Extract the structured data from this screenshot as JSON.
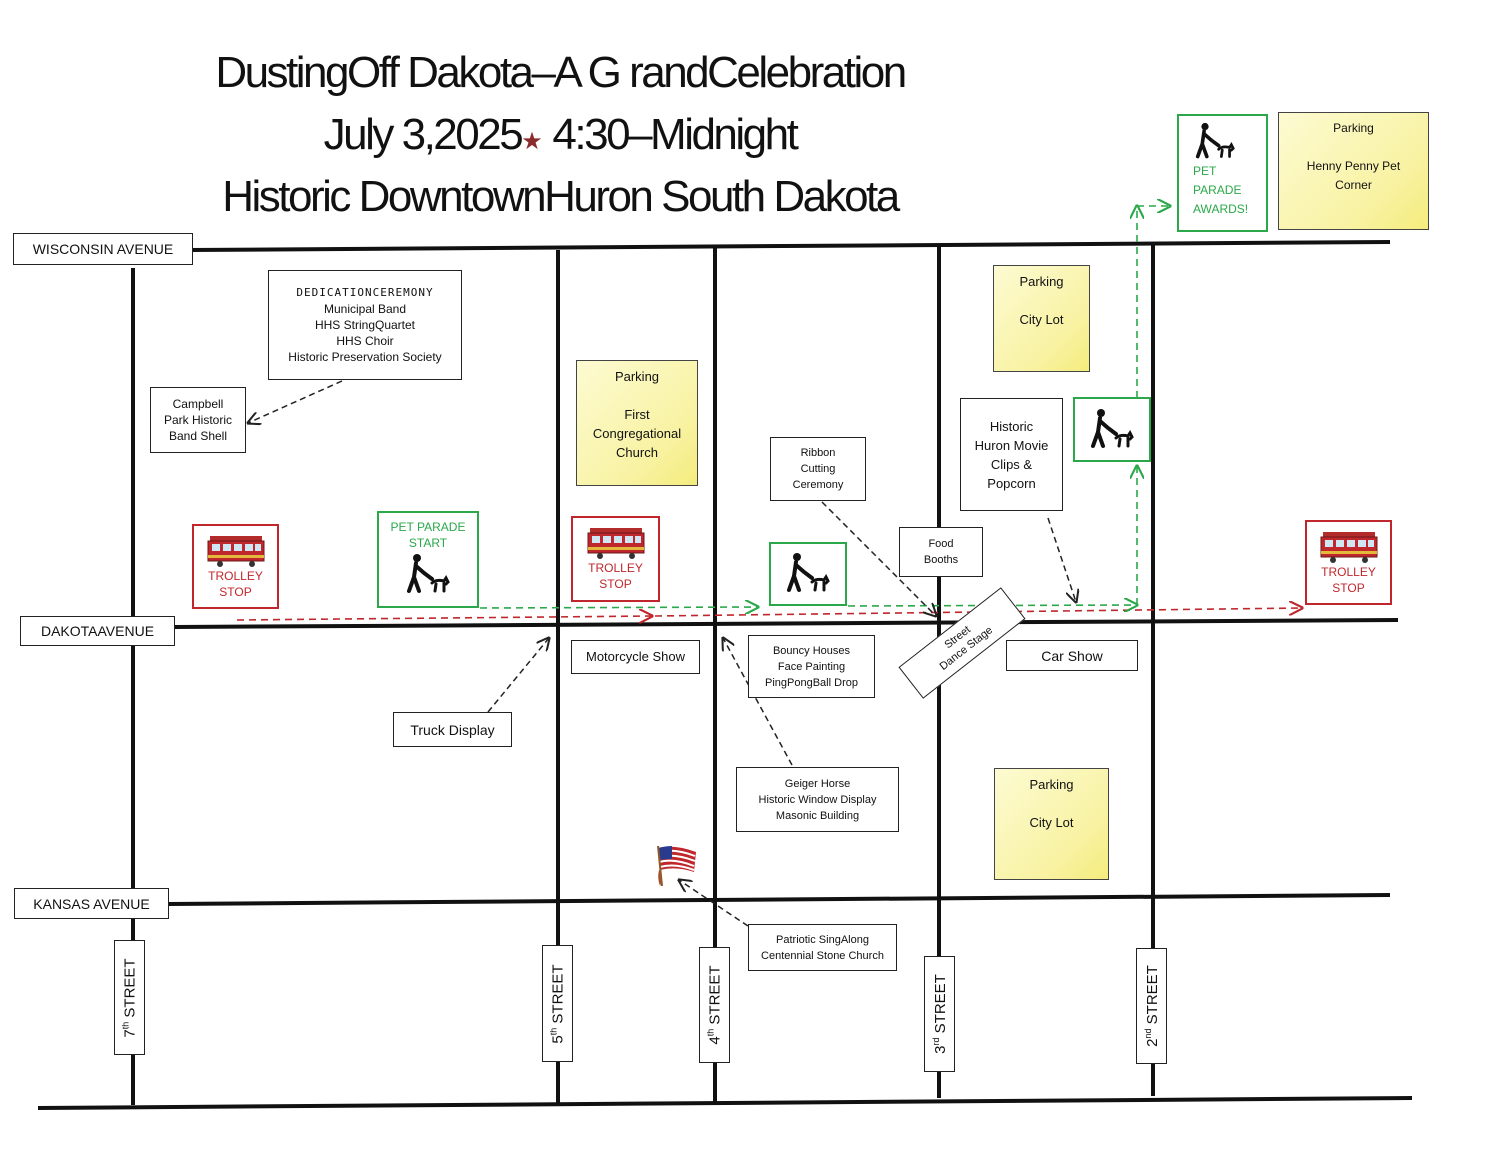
{
  "title": {
    "line1": "DustingOff Dakota–A G randCelebration",
    "line2_a": "July 3,2025",
    "line2_b": " 4:30–Midnight",
    "line3": "Historic DowntownHuron South Dakota"
  },
  "streets": {
    "wisconsin": "WISCONSIN AVENUE",
    "dakota": "DAKOTAAVENUE",
    "kansas": "KANSAS AVENUE",
    "seventh_num": "7",
    "seventh_sup": "th",
    "fifth_num": "5",
    "fifth_sup": "th",
    "fourth_num": "4",
    "fourth_sup": "th",
    "third_num": "3",
    "third_sup": "rd",
    "second_num": "2",
    "second_sup": "nd",
    "street_word": " STREET"
  },
  "boxes": {
    "dedication": [
      "DEDICATIONCEREMONY",
      "Municipal Band",
      "HHS StringQuartet",
      "HHS Choir",
      "Historic Preservation Society"
    ],
    "campbell": [
      "Campbell",
      "Park Historic",
      "Band Shell"
    ],
    "parking_church": [
      "Parking",
      "",
      "First",
      "Congregational",
      "Church"
    ],
    "parking_city_top": [
      "Parking",
      "",
      "City Lot"
    ],
    "parking_city_bottom": [
      "Parking",
      "",
      "City Lot"
    ],
    "parking_henny": [
      "Parking",
      "",
      "Henny Penny Pet",
      "Corner"
    ],
    "ribbon": [
      "Ribbon",
      "Cutting",
      "Ceremony"
    ],
    "movie": [
      "Historic",
      "Huron Movie",
      "Clips &",
      "Popcorn"
    ],
    "food": [
      "Food",
      "Booths"
    ],
    "dance_stage": [
      "Street",
      "Dance Stage"
    ],
    "motorcycle": "Motorcycle Show",
    "bouncy": [
      "Bouncy Houses",
      "Face Painting",
      "PingPongBall   Drop"
    ],
    "car_show": "Car Show",
    "truck": "Truck Display",
    "geiger": [
      "Geiger Horse",
      "Historic Window Display",
      "Masonic Building"
    ],
    "patriotic": [
      "Patriotic SingAlong",
      "Centennial Stone Church"
    ],
    "pet_start": [
      "PET PARADE",
      "START"
    ],
    "pet_awards": [
      "PET",
      "PARADE",
      "AWARDS!"
    ],
    "trolley": [
      "TROLLEY",
      "STOP"
    ]
  },
  "colors": {
    "green": "#2aa84a",
    "red": "#c0272d",
    "parking_yellow": "#f8f2a2",
    "star": "#8b2b2b"
  },
  "icons": {
    "trolley": "trolley-icon",
    "dog_walker": "dog-walker-icon",
    "flag": "american-flag-icon",
    "star": "star-icon"
  }
}
